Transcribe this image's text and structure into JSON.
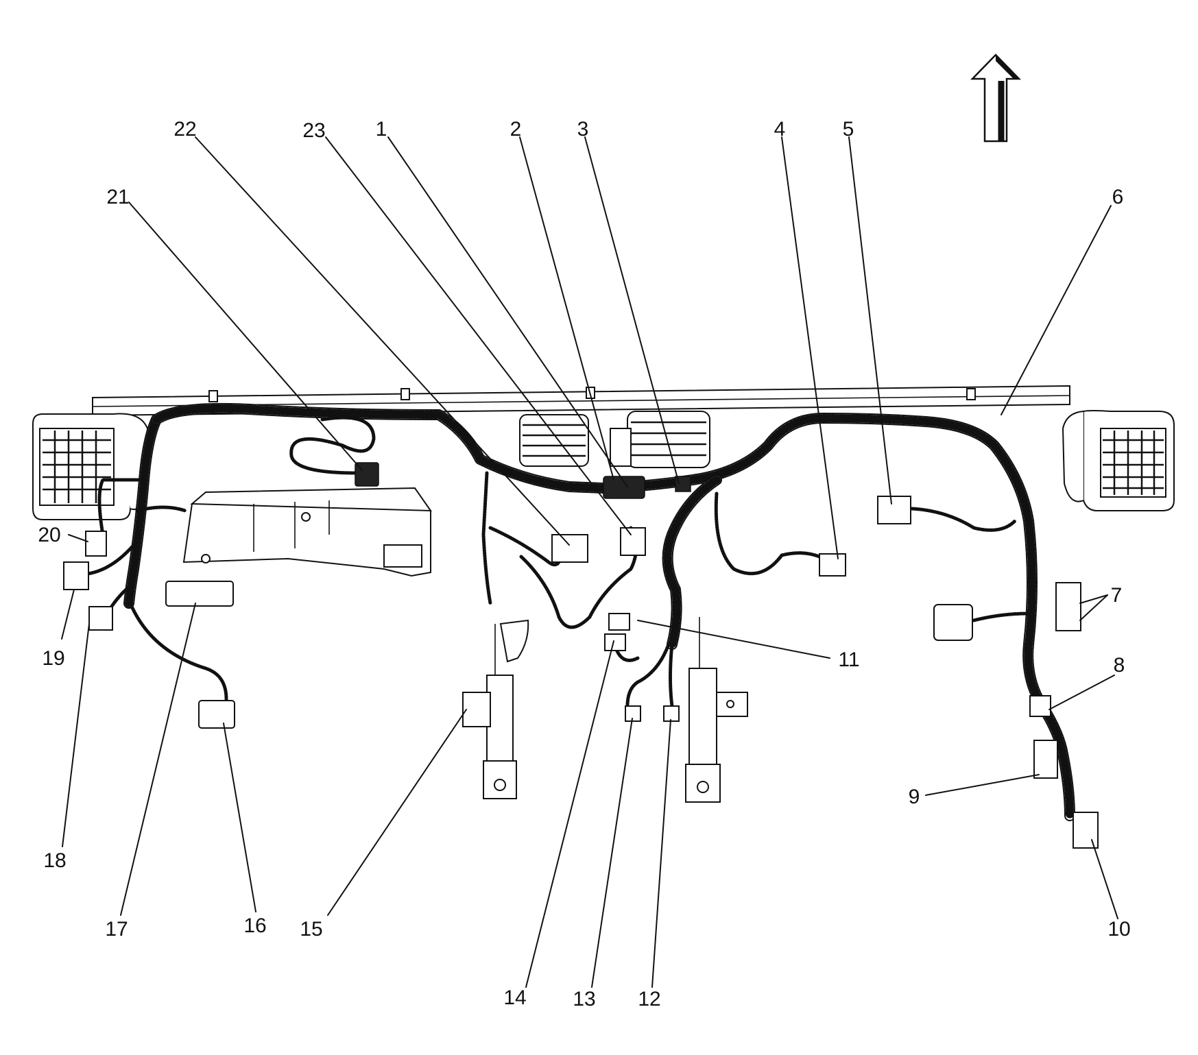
{
  "callouts": [
    {
      "id": "1",
      "text": "1"
    },
    {
      "id": "2",
      "text": "2"
    },
    {
      "id": "3",
      "text": "3"
    },
    {
      "id": "4",
      "text": "4"
    },
    {
      "id": "5",
      "text": "5"
    },
    {
      "id": "6",
      "text": "6"
    },
    {
      "id": "7",
      "text": "7"
    },
    {
      "id": "8",
      "text": "8"
    },
    {
      "id": "9",
      "text": "9"
    },
    {
      "id": "10",
      "text": "10"
    },
    {
      "id": "11",
      "text": "11"
    },
    {
      "id": "12",
      "text": "12"
    },
    {
      "id": "13",
      "text": "13"
    },
    {
      "id": "14",
      "text": "14"
    },
    {
      "id": "15",
      "text": "15"
    },
    {
      "id": "16",
      "text": "16"
    },
    {
      "id": "17",
      "text": "17"
    },
    {
      "id": "18",
      "text": "18"
    },
    {
      "id": "19",
      "text": "19"
    },
    {
      "id": "20",
      "text": "20"
    },
    {
      "id": "21",
      "text": "21"
    },
    {
      "id": "22",
      "text": "22"
    },
    {
      "id": "23",
      "text": "23"
    }
  ],
  "orientation_arrow": "up-arrow-icon"
}
